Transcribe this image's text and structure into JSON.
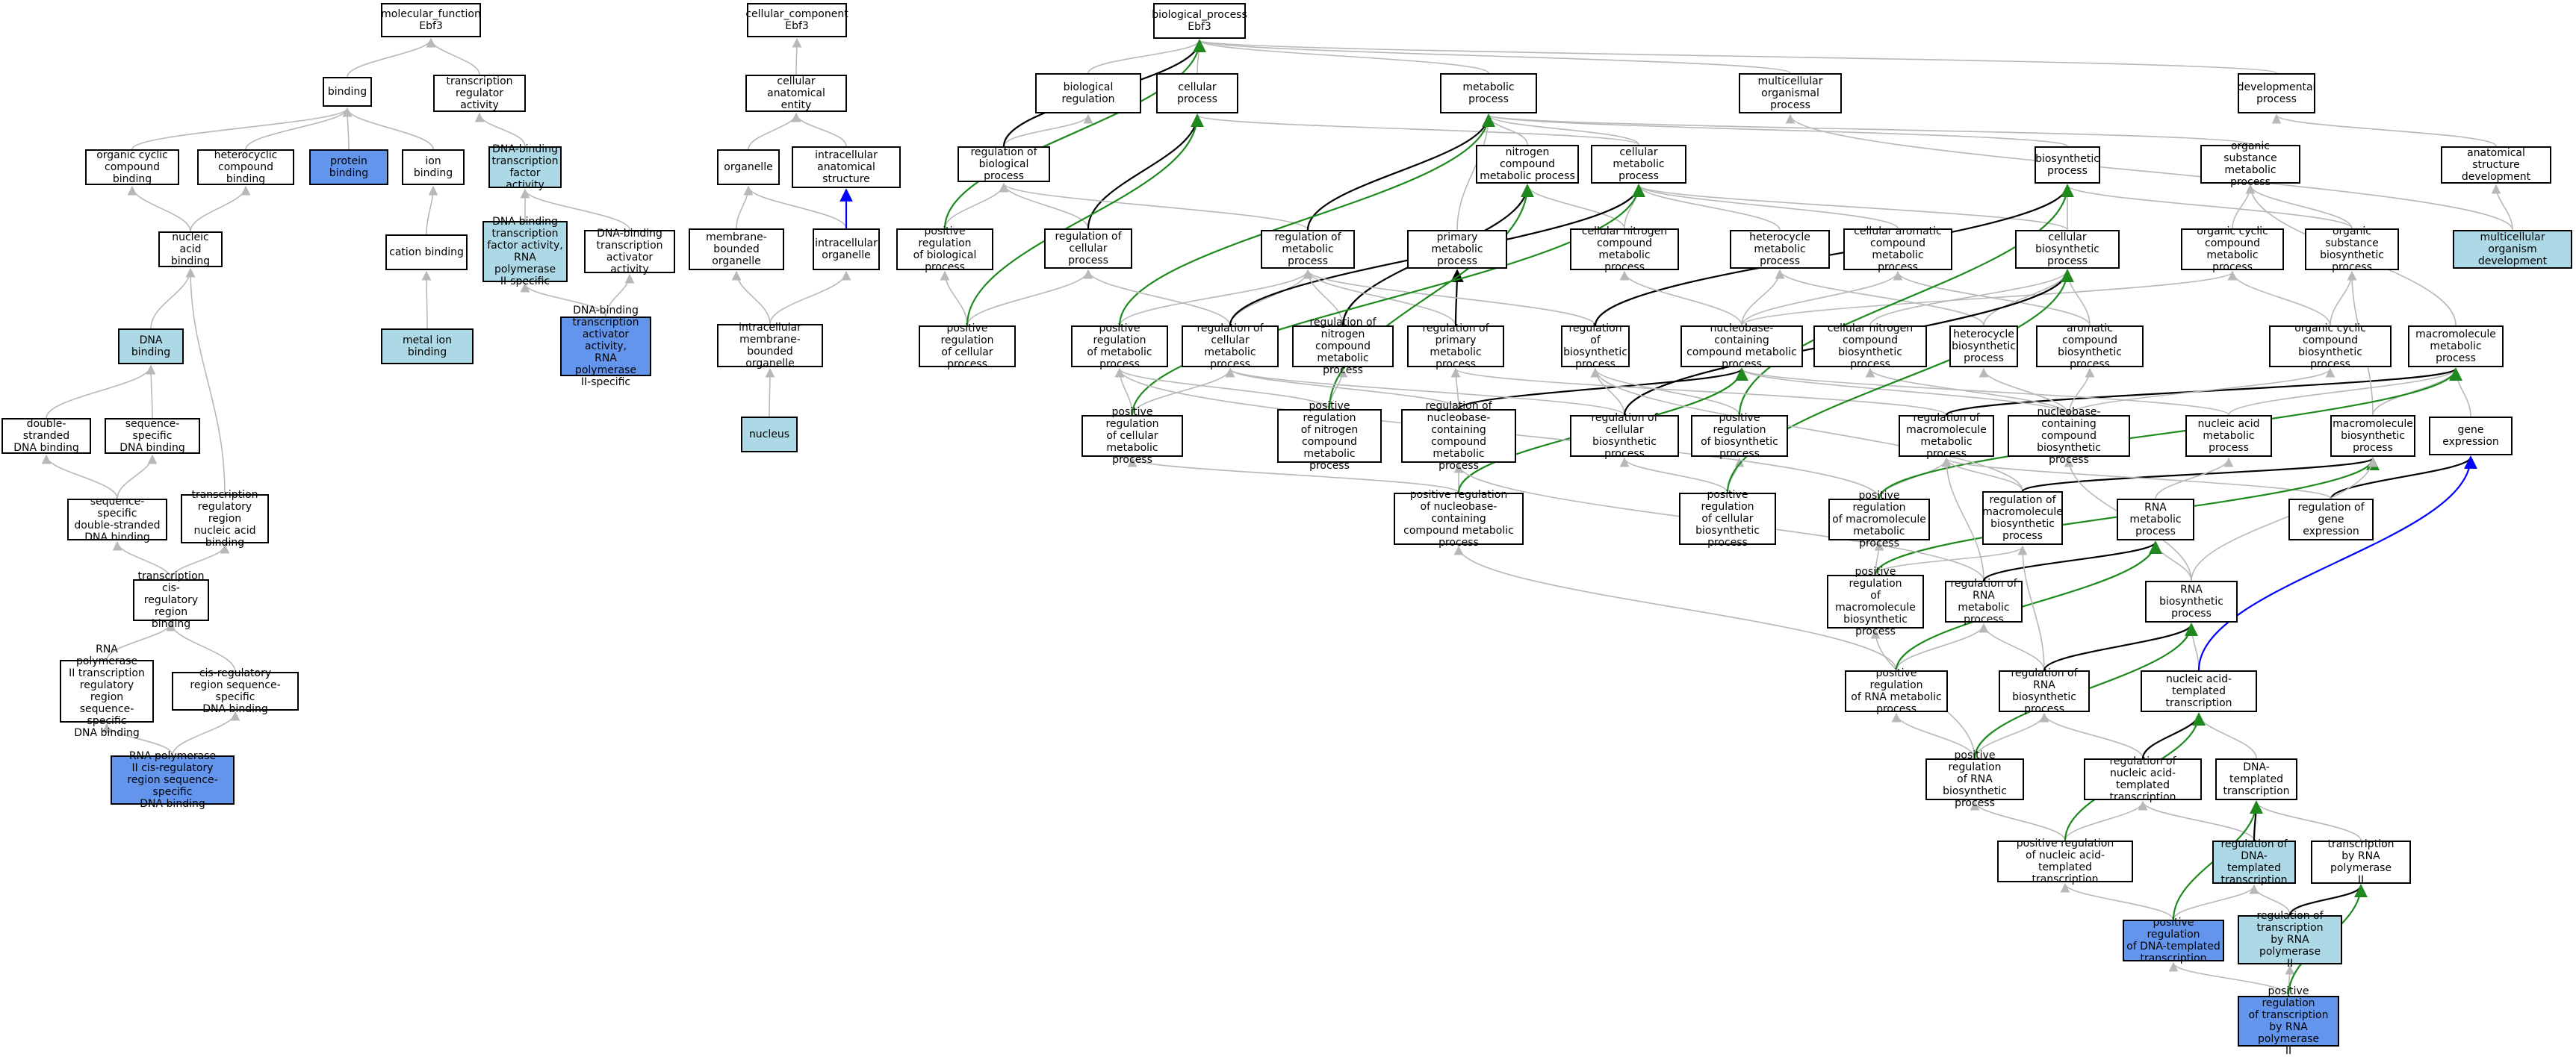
{
  "colors": {
    "default": "#b8b8b8",
    "black": "#000000",
    "green": "#1e8a1e",
    "blue": "#0000ff",
    "node_light": "#add8e6",
    "node_blue": "#6495ed"
  },
  "nodes": {
    "mf": "molecular_function\nEbf3",
    "binding": "binding",
    "tra": "transcription\nregulator activity",
    "ocb": "organic cyclic\ncompound binding",
    "hcb": "heterocyclic\ncompound binding",
    "pb": "protein binding",
    "ionb": "ion binding",
    "dbtfa": "DNA-binding\ntranscription\nfactor activity",
    "nab": "nucleic acid\nbinding",
    "cationb": "cation binding",
    "dbtf2": "DNA-binding\ntranscription\nfactor activity,\nRNA polymerase\nII-specific",
    "dbtaa": "DNA-binding\ntranscription\nactivator activity",
    "dnab": "DNA binding",
    "mib": "metal ion binding",
    "dbtaa2": "DNA-binding\ntranscription\nactivator activity,\nRNA polymerase\nII-specific",
    "dsdna": "double-stranded\nDNA binding",
    "ssdna": "sequence-specific\nDNA binding",
    "ssdsdna": "sequence-specific\ndouble-stranded\nDNA binding",
    "trrna": "transcription\nregulatory region\nnucleic acid\nbinding",
    "tcrrb": "transcription\ncis-regulatory\nregion binding",
    "rp2tr": "RNA polymerase\nII transcription\nregulatory region\nsequence-specific\nDNA binding",
    "crrss": "cis-regulatory\nregion sequence-specific\nDNA binding",
    "rp2cr": "RNA polymerase\nII cis-regulatory\nregion sequence-specific\nDNA binding",
    "cc": "cellular_component\nEbf3",
    "cae": "cellular anatomical\nentity",
    "organelle": "organelle",
    "ias": "intracellular\nanatomical structure",
    "mbo": "membrane-bounded\norganelle",
    "io": "intracellular\norganelle",
    "imbo": "intracellular\nmembrane-bounded\norganelle",
    "nucleus": "nucleus",
    "bp": "biological_process\nEbf3",
    "breg": "biological regulation",
    "cp": "cellular process",
    "mp": "metabolic process",
    "mop": "multicellular\norganismal process",
    "dp": "developmental\nprocess",
    "rbp": "regulation of\nbiological process",
    "ncmp": "nitrogen compound\nmetabolic process",
    "cmp": "cellular metabolic\nprocess",
    "bsp": "biosynthetic\nprocess",
    "osmp": "organic substance\nmetabolic process",
    "asd": "anatomical structure\ndevelopment",
    "prbp": "positive regulation\nof biological\nprocess",
    "rcp": "regulation of\ncellular process",
    "rmp": "regulation of\nmetabolic process",
    "pmp": "primary metabolic\nprocess",
    "cncmp": "cellular nitrogen\ncompound metabolic\nprocess",
    "hmp": "heterocycle\nmetabolic process",
    "acmp": "cellular aromatic\ncompound metabolic\nprocess",
    "cbp": "cellular biosynthetic\nprocess",
    "ocmp": "organic cyclic\ncompound metabolic\nprocess",
    "osbp": "organic substance\nbiosynthetic\nprocess",
    "mod": "multicellular\norganism development",
    "prcp": "positive regulation\nof cellular\nprocess",
    "prmp": "positive regulation\nof metabolic\nprocess",
    "rcmp": "regulation of\ncellular metabolic\nprocess",
    "rncmp": "regulation of\nnitrogen compound\nmetabolic process",
    "rpmp": "regulation of\nprimary metabolic\nprocess",
    "rbsp": "regulation of\nbiosynthetic\nprocess",
    "nbcmp": "nucleobase-containing\ncompound metabolic\nprocess",
    "cncbp": "cellular nitrogen\ncompound biosynthetic\nprocess",
    "hbp": "heterocycle\nbiosynthetic\nprocess",
    "acbp": "aromatic compound\nbiosynthetic\nprocess",
    "ocbp": "organic cyclic\ncompound biosynthetic\nprocess",
    "mmp": "macromolecule\nmetabolic process",
    "prcmp": "positive regulation\nof cellular\nmetabolic process",
    "prncmp": "positive regulation\nof nitrogen\ncompound metabolic\nprocess",
    "rnbcmp": "regulation of\nnucleobase-containing\ncompound metabolic\nprocess",
    "rcbp": "regulation of\ncellular biosynthetic\nprocess",
    "prbsp": "positive regulation\nof biosynthetic\nprocess",
    "rmmp": "regulation of\nmacromolecule\nmetabolic process",
    "nbcbp": "nucleobase-containing\ncompound biosynthetic\nprocess",
    "namp": "nucleic acid\nmetabolic process",
    "mbp": "macromolecule\nbiosynthetic\nprocess",
    "ge": "gene expression",
    "prnbcmp": "positive regulation\nof nucleobase-containing\ncompound metabolic\nprocess",
    "prcbp": "positive regulation\nof cellular\nbiosynthetic\nprocess",
    "prmmp": "positive regulation\nof macromolecule\nmetabolic process",
    "rmbp": "regulation of\nmacromolecule\nbiosynthetic\nprocess",
    "rnamp": "RNA metabolic\nprocess",
    "rge": "regulation of\ngene expression",
    "prmbp": "positive regulation\nof macromolecule\nbiosynthetic\nprocess",
    "rrnamp": "regulation of\nRNA metabolic\nprocess",
    "rnabp": "RNA biosynthetic\nprocess",
    "prrnamp": "positive regulation\nof RNA metabolic\nprocess",
    "rrnabp": "regulation of\nRNA biosynthetic\nprocess",
    "nat": "nucleic acid-templated\ntranscription",
    "prrnabp": "positive regulation\nof RNA biosynthetic\nprocess",
    "rnat": "regulation of\nnucleic acid-templated\ntranscription",
    "dtt": "DNA-templated\ntranscription",
    "prnat": "positive regulation\nof nucleic acid-templated\ntranscription",
    "rdtt": "regulation of\nDNA-templated\ntranscription",
    "trp2": "transcription\nby RNA polymerase\nII",
    "prdtt": "positive regulation\nof DNA-templated\ntranscription",
    "rtrp2": "regulation of\ntranscription\nby RNA polymerase\nII",
    "prtrp2": "positive regulation\nof transcription\nby RNA polymerase\nII"
  }
}
